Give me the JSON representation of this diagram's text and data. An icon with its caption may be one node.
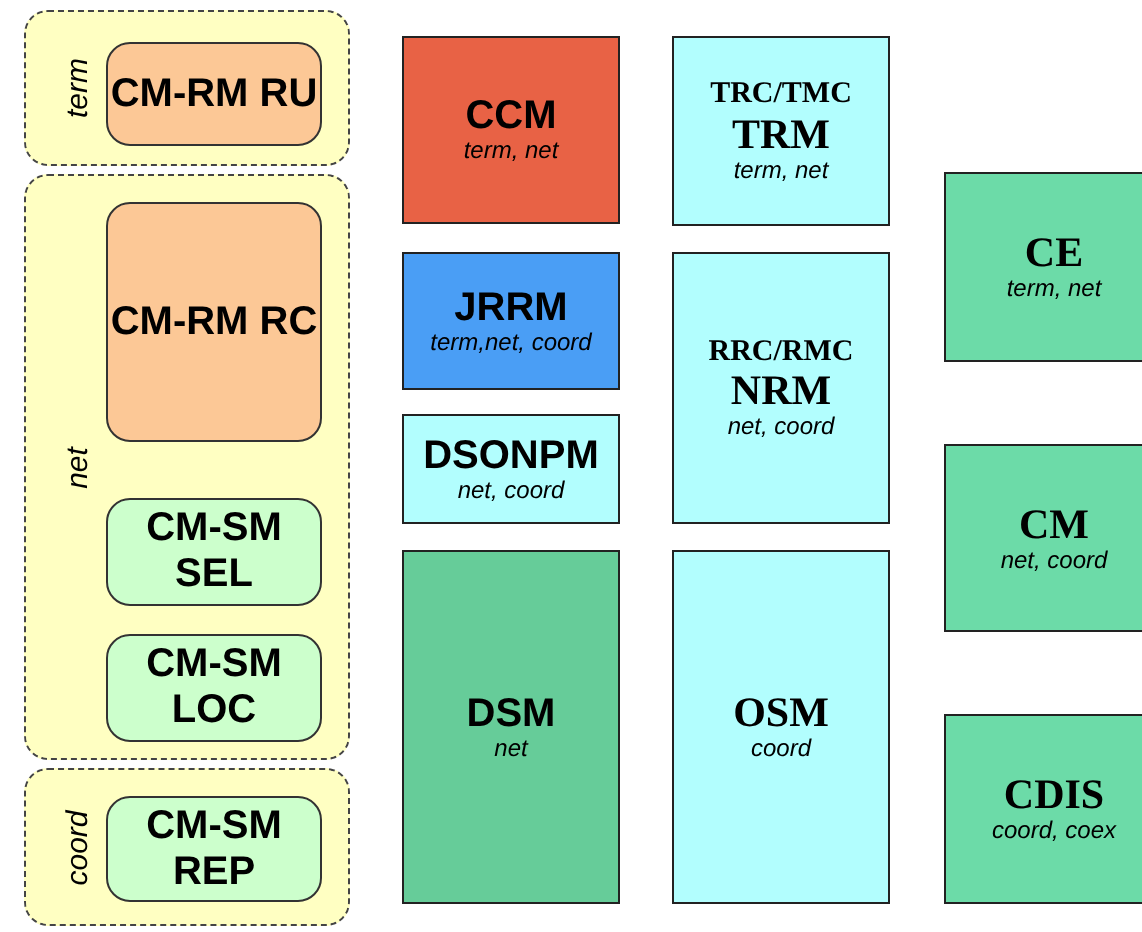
{
  "diagram": {
    "nodes": [
      {
        "text": [
          "term"
        ]
      },
      {
        "text": [
          "CM-RM RU"
        ],
        "in": 0
      },
      {
        "text": [
          "net"
        ]
      },
      {
        "text": [
          "CM-RM RC"
        ],
        "in": 2
      },
      {
        "text": [
          "CM-SM SEL"
        ],
        "in": 2
      },
      {
        "text": [
          "CM-SM LOC"
        ],
        "in": 2
      },
      {
        "text": [
          "coord"
        ]
      },
      {
        "text": [
          "CM-SM REP"
        ],
        "in": 6
      },
      {
        "text": [
          "CCM",
          "term, net"
        ]
      },
      {
        "text": [
          "JRRM",
          "term,net, coord"
        ]
      },
      {
        "text": [
          "DSONPM",
          "net, coord"
        ]
      },
      {
        "text": [
          "DSM",
          "net"
        ]
      },
      {
        "text": [
          "TRC/TMC",
          "TRM",
          "term, net"
        ]
      },
      {
        "text": [
          "RRC/RMC",
          "NRM",
          "net, coord"
        ]
      },
      {
        "text": [
          "OSM",
          "coord"
        ]
      },
      {
        "text": [
          "CE",
          "term, net"
        ]
      },
      {
        "text": [
          "CM",
          "net, coord"
        ]
      },
      {
        "text": [
          "CDIS",
          "coord, coex"
        ]
      }
    ]
  }
}
